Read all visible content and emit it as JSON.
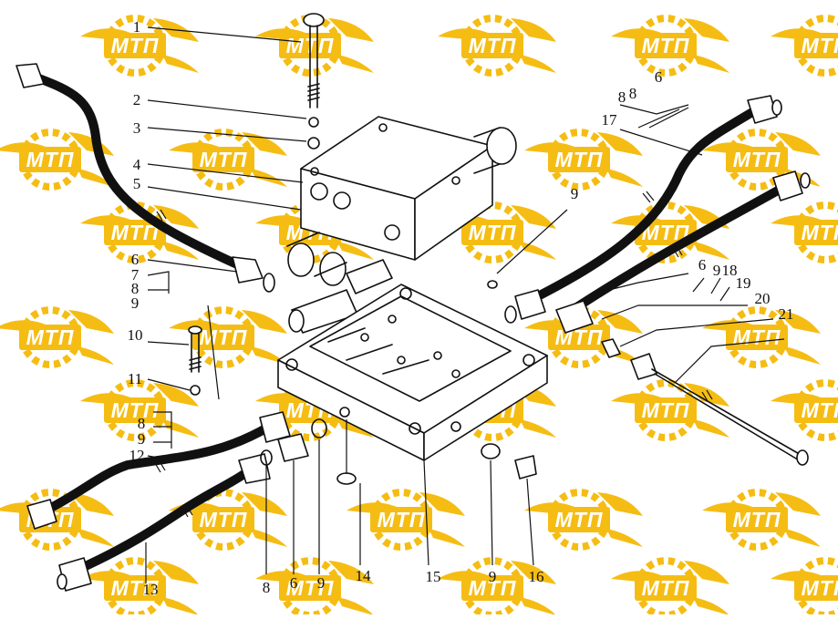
{
  "watermark": {
    "text": "МТП",
    "color": "#f5b800"
  },
  "part_numbers": [
    "1",
    "2",
    "3",
    "4",
    "5",
    "6",
    "7",
    "8",
    "9",
    "10",
    "11",
    "8",
    "9",
    "12",
    "13",
    "8",
    "6",
    "9",
    "14",
    "15",
    "9",
    "16",
    "9",
    "8",
    "6",
    "17",
    "8",
    "6",
    "9",
    "18",
    "19",
    "20",
    "21"
  ]
}
